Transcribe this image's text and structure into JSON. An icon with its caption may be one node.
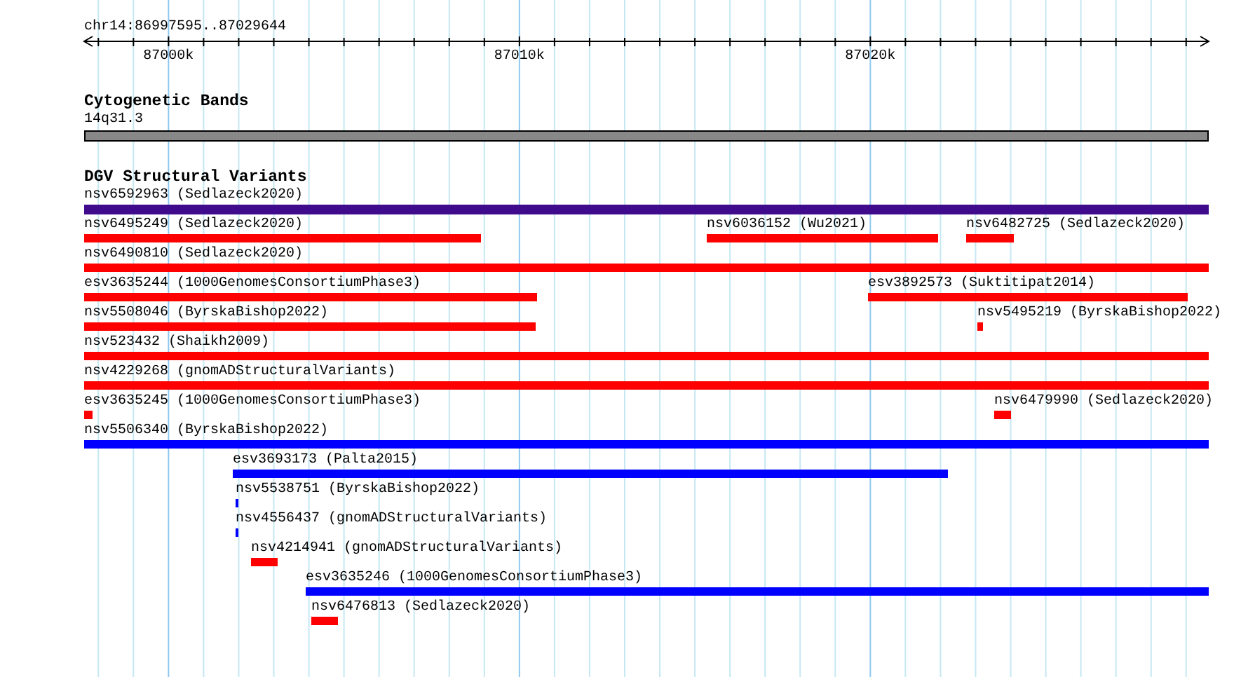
{
  "diagram": {
    "nodes": [
      {
        "text": [
          "14q31.3"
        ]
      },
      {
        "text": [
          "nsv6592963 (Sedlazeck2020)"
        ]
      },
      {
        "text": [
          "nsv6495249 (Sedlazeck2020)"
        ]
      },
      {
        "text": [
          "nsv6036152 (Wu2021)"
        ]
      },
      {
        "text": [
          "nsv6482725 (Sedlazeck2020)"
        ]
      },
      {
        "text": [
          "nsv6490810 (Sedlazeck2020)"
        ]
      },
      {
        "text": [
          "esv3635244 (1000GenomesConsortiumPhase3)"
        ]
      },
      {
        "text": [
          "esv3892573 (Suktitipat2014)"
        ]
      },
      {
        "text": [
          "nsv5508046 (ByrskaBishop2022)"
        ]
      },
      {
        "text": [
          "nsv5495219 (ByrskaBishop2022)"
        ]
      },
      {
        "text": [
          "nsv523432 (Shaikh2009)"
        ]
      },
      {
        "text": [
          "nsv4229268 (gnomADStructuralVariants)"
        ]
      },
      {
        "text": [
          "esv3635245 (1000GenomesConsortiumPhase3)"
        ]
      },
      {
        "text": [
          "nsv6479990 (Sedlazeck2020)"
        ]
      },
      {
        "text": [
          "nsv5506340 (ByrskaBishop2022)"
        ]
      },
      {
        "text": [
          "esv3693173 (Palta2015)"
        ]
      },
      {
        "text": [
          "nsv5538751 (ByrskaBishop2022)"
        ]
      },
      {
        "text": [
          "nsv4556437 (gnomADStructuralVariants)"
        ]
      },
      {
        "text": [
          "nsv4214941 (gnomADStructuralVariants)"
        ]
      },
      {
        "text": [
          "esv3635246 (1000GenomesConsortiumPhase3)"
        ]
      },
      {
        "text": [
          "nsv6476813 (Sedlazeck2020)"
        ]
      }
    ],
    "labels": [
      "chr14:86997595..87029644",
      "87000k",
      "87010k",
      "87020k",
      "Cytogenetic Bands",
      "DGV Structural Variants"
    ]
  }
}
